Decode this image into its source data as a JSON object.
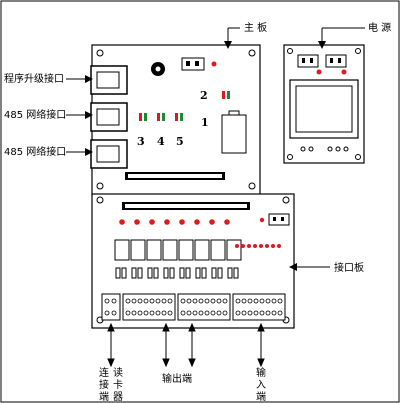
{
  "labels": {
    "main_board": "主 板",
    "power": "电 源",
    "prog_port": "程序升级接口",
    "rs485_1": "485 网络接口",
    "rs485_2": "485 网络接口",
    "interface_board": "接口板",
    "reader_port": "连接读卡器端",
    "output_port": "输出端",
    "input_port": "输入端"
  },
  "reader_port_chars": [
    "连",
    "接",
    "端"
  ],
  "reader_port_chars2": [
    "读",
    "卡",
    "器"
  ],
  "output_chars": [
    "输",
    "出",
    "端"
  ],
  "input_chars": [
    "输",
    "入",
    "端"
  ],
  "board_numbers": [
    "2",
    "1",
    "3",
    "4",
    "5"
  ],
  "colors": {
    "red_led": "#e0191e",
    "green_led": "#1c8a2e",
    "board_fill": "#ffffff",
    "line": "#000000"
  }
}
